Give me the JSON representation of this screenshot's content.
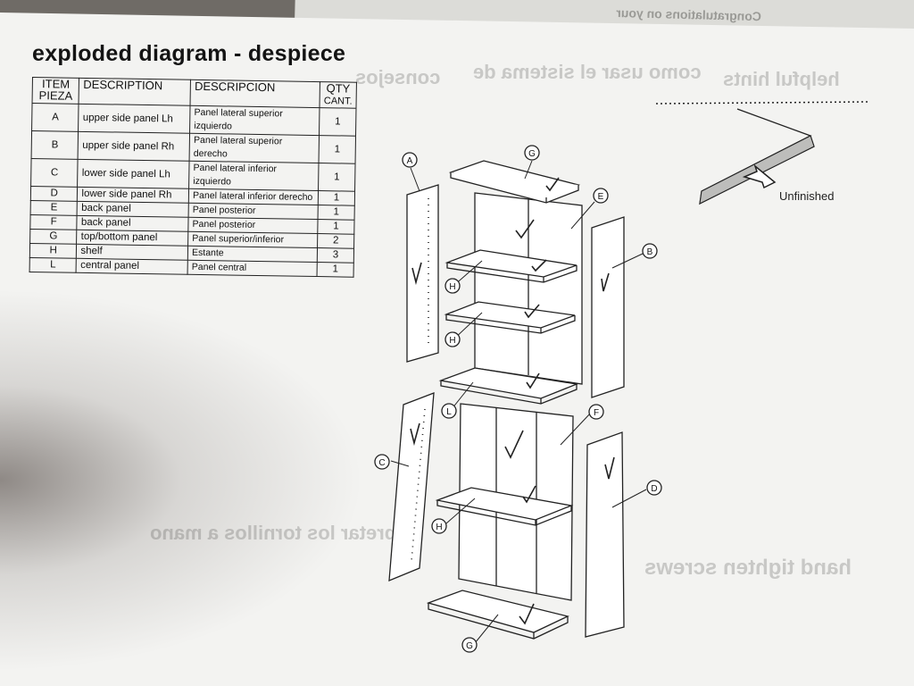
{
  "title": "exploded diagram - despiece",
  "table": {
    "headers": {
      "item": "ITEM",
      "pieza": "PIEZA",
      "description": "DESCRIPTION",
      "descripcion": "DESCRIPCION",
      "qty": "QTY",
      "cant": "CANT."
    },
    "rows": [
      {
        "item": "A",
        "description": "upper side panel Lh",
        "descripcion": "Panel lateral superior izquierdo",
        "qty": "1"
      },
      {
        "item": "B",
        "description": "upper side panel Rh",
        "descripcion": "Panel lateral superior derecho",
        "qty": "1"
      },
      {
        "item": "C",
        "description": "lower side panel Lh",
        "descripcion": "Panel lateral inferior izquierdo",
        "qty": "1"
      },
      {
        "item": "D",
        "description": "lower side panel Rh",
        "descripcion": "Panel lateral inferior derecho",
        "qty": "1"
      },
      {
        "item": "E",
        "description": "back panel",
        "descripcion": "Panel posterior",
        "qty": "1"
      },
      {
        "item": "F",
        "description": "back panel",
        "descripcion": "Panel posterior",
        "qty": "1"
      },
      {
        "item": "G",
        "description": "top/bottom panel",
        "descripcion": "Panel superior/inferior",
        "qty": "2"
      },
      {
        "item": "H",
        "description": "shelf",
        "descripcion": "Estante",
        "qty": "3"
      },
      {
        "item": "L",
        "description": "central panel",
        "descripcion": "Panel central",
        "qty": "1"
      }
    ]
  },
  "diagram_labels": {
    "a": "A",
    "b": "B",
    "c": "C",
    "d": "D",
    "e": "E",
    "f": "F",
    "g_top": "G",
    "g_bottom": "G",
    "h1": "H",
    "h2": "H",
    "h3": "H",
    "l": "L"
  },
  "unfinished_label": "Unfinished",
  "show_through": {
    "helpful_hints": "helpful hints",
    "consejos": "consejos",
    "como_usar": "como usar el sistema de",
    "hand_tighten": "hand tighten screws",
    "apretar": "apretar los tornillos a mano",
    "congratulations": "Congratulations on your"
  },
  "colors": {
    "paper": "#f3f3f1",
    "ink": "#141414",
    "show_through": "#c8c8c6"
  }
}
